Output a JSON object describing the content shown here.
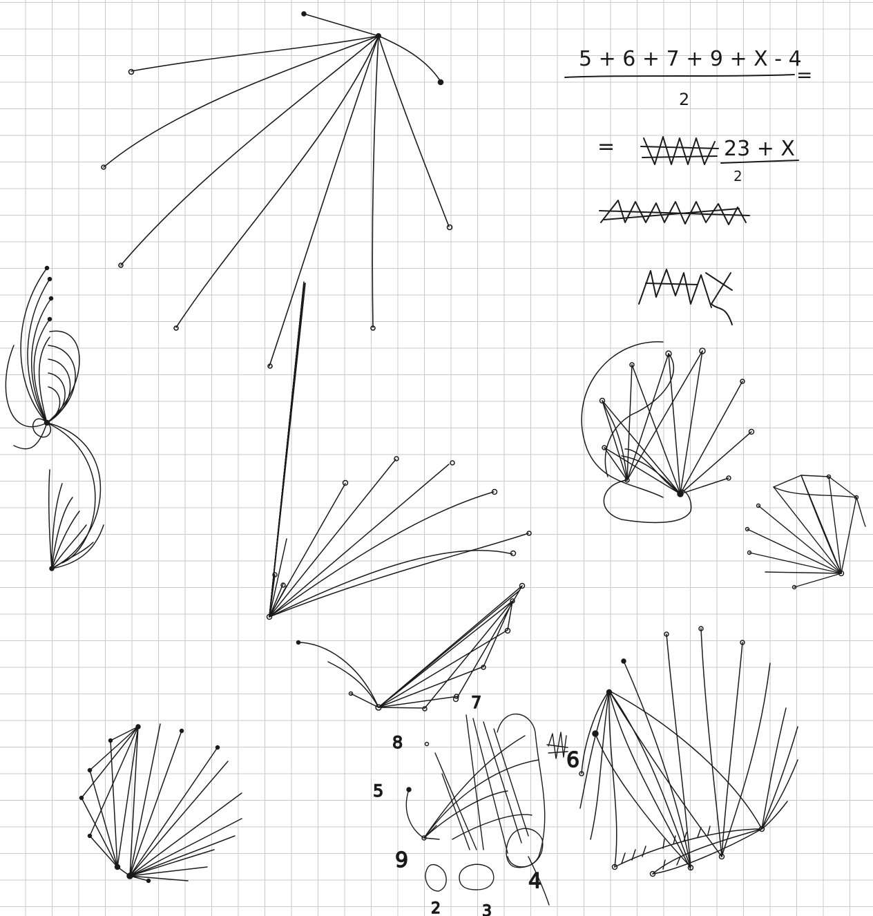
{
  "equation": {
    "numerator": "5 + 6 + 7 + 9 + X - 4",
    "equals": "=",
    "denominator": "2",
    "step1_prefix": "=",
    "step1_numerator": "23 + X",
    "step1_denominator": "2"
  },
  "vertex_labels": {
    "seven": "7",
    "eight": "8",
    "five": "5",
    "nine": "9",
    "two": "2",
    "three": "3",
    "four": "4",
    "six": "6"
  }
}
